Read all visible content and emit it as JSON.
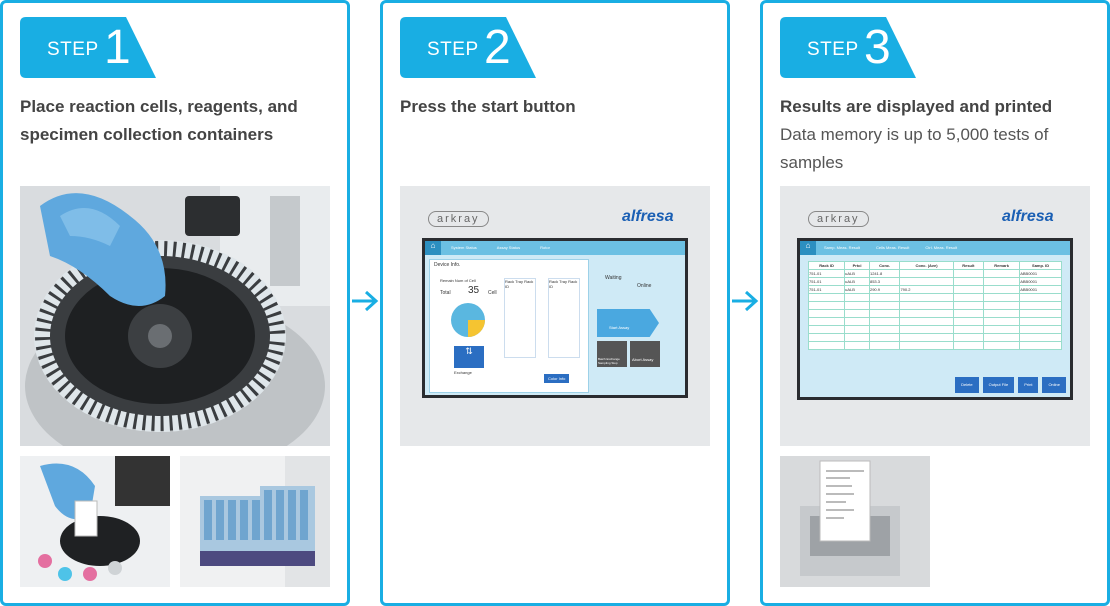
{
  "steps": [
    {
      "word": "STEP",
      "number": "1",
      "heading": "Place reaction cells, reagents, and specimen collection containers"
    },
    {
      "word": "STEP",
      "number": "2",
      "heading": "Press the start button",
      "device": {
        "brand_left": "arkray",
        "brand_right": "alfresa",
        "tabs": [
          "System Status",
          "Assay Status",
          "Rotor"
        ],
        "device_info": "Device Info.",
        "remain_label": "Remain Num of Cell",
        "total_label": "Total",
        "total_value": "35",
        "cell_label": "Cell",
        "rack_tray_a": "Rack Tray Rack ID",
        "rack_tray_b": "Rack Tray Rack ID",
        "waiting": "Waiting",
        "online": "Online",
        "start_assay": "Start Assay",
        "exchange": "Exchange",
        "color_info": "Color Info",
        "batch_exchange": "Batch Exchange Sampling Stop",
        "abort_assay": "Abort Assay"
      }
    },
    {
      "word": "STEP",
      "number": "3",
      "heading": "Results are displayed and printed",
      "subtext": "Data memory is up to 5,000 tests of samples",
      "device": {
        "brand_left": "arkray",
        "brand_right": "alfresa",
        "tabs": [
          "Samp. Meas. Result",
          "Cells Meas. Result",
          "Ctrl. Meas. Result"
        ],
        "columns": [
          "Rack ID",
          "Prtcl",
          "Conc.",
          "Conc. (Ave)",
          "Result",
          "Remark",
          "Samp. ID"
        ],
        "rows": [
          [
            "751-01",
            "uALB",
            "1241.8",
            "",
            "",
            "",
            "ABB0001"
          ],
          [
            "751-01",
            "uALB",
            "853.3",
            "",
            "",
            "",
            "ABB0001"
          ],
          [
            "751-01",
            "uALB",
            "290.9",
            "790.2",
            "",
            "",
            "ABB0001"
          ]
        ],
        "buttons": [
          "Delete",
          "Output File",
          "Print",
          "Online"
        ]
      }
    }
  ],
  "colors": {
    "accent": "#19aee3"
  }
}
